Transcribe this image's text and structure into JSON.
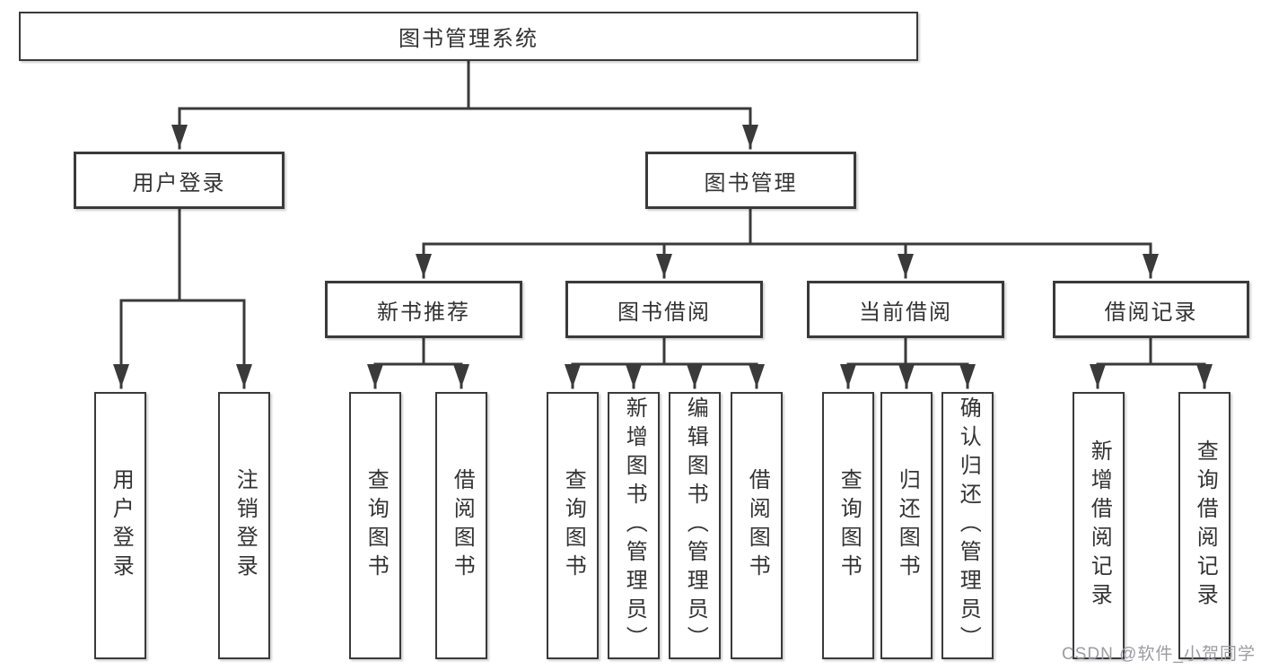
{
  "diagram": {
    "root": {
      "label": "图书管理系统"
    },
    "branches": [
      {
        "label": "用户登录",
        "children": [
          {
            "label": "用户登录"
          },
          {
            "label": "注销登录"
          }
        ]
      },
      {
        "label": "图书管理",
        "children": [
          {
            "label": "新书推荐",
            "children": [
              {
                "label": "查询图书"
              },
              {
                "label": "借阅图书"
              }
            ]
          },
          {
            "label": "图书借阅",
            "children": [
              {
                "label": "查询图书"
              },
              {
                "label": "新增图书（管理员）"
              },
              {
                "label": "编辑图书（管理员）"
              },
              {
                "label": "借阅图书"
              }
            ]
          },
          {
            "label": "当前借阅",
            "children": [
              {
                "label": "查询图书"
              },
              {
                "label": "归还图书"
              },
              {
                "label": "确认归还（管理员）"
              }
            ]
          },
          {
            "label": "借阅记录",
            "children": [
              {
                "label": "新增借阅记录"
              },
              {
                "label": "查询借阅记录"
              }
            ]
          }
        ]
      }
    ]
  },
  "watermark": {
    "text": "CSDN @软件_小贺同学"
  },
  "colors": {
    "line": "#3a3a3a",
    "border": "#3a3a3a",
    "text": "#333333",
    "background": "#ffffff",
    "watermark": "#9c9ca1"
  }
}
